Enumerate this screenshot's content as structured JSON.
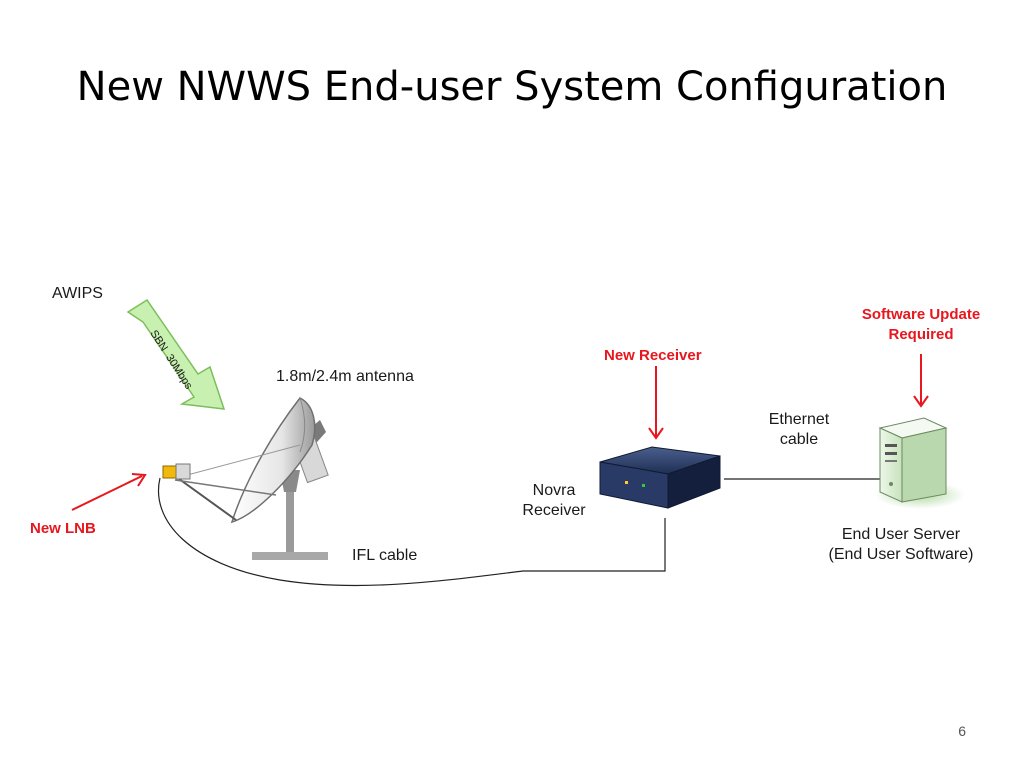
{
  "slide": {
    "title": "New NWWS End-user System Configuration",
    "page_number": "6"
  },
  "labels": {
    "awips": "AWIPS",
    "sbn": "SBN  30Mbps",
    "antenna": "1.8m/2.4m antenna",
    "new_lnb": "New LNB",
    "ifl_cable": "IFL cable",
    "new_receiver": "New Receiver",
    "novra_line1": "Novra",
    "novra_line2": "Receiver",
    "ethernet_line1": "Ethernet",
    "ethernet_line2": "cable",
    "software_update_line1": "Software Update",
    "software_update_line2": "Required",
    "server_line1": "End User Server",
    "server_line2": "(End User Software)"
  },
  "colors": {
    "highlight_red": "#e8161d",
    "sbn_arrow_fill": "#c8f0b0",
    "sbn_arrow_stroke": "#7bbf5a",
    "lnb_yellow": "#f3b80c",
    "receiver_body": "#1f2f55",
    "server_body": "#d9ecd3"
  },
  "icons": {
    "antenna": "satellite-dish-icon",
    "lnb": "lnb-icon",
    "receiver": "satellite-receiver-icon",
    "server": "server-tower-icon"
  }
}
